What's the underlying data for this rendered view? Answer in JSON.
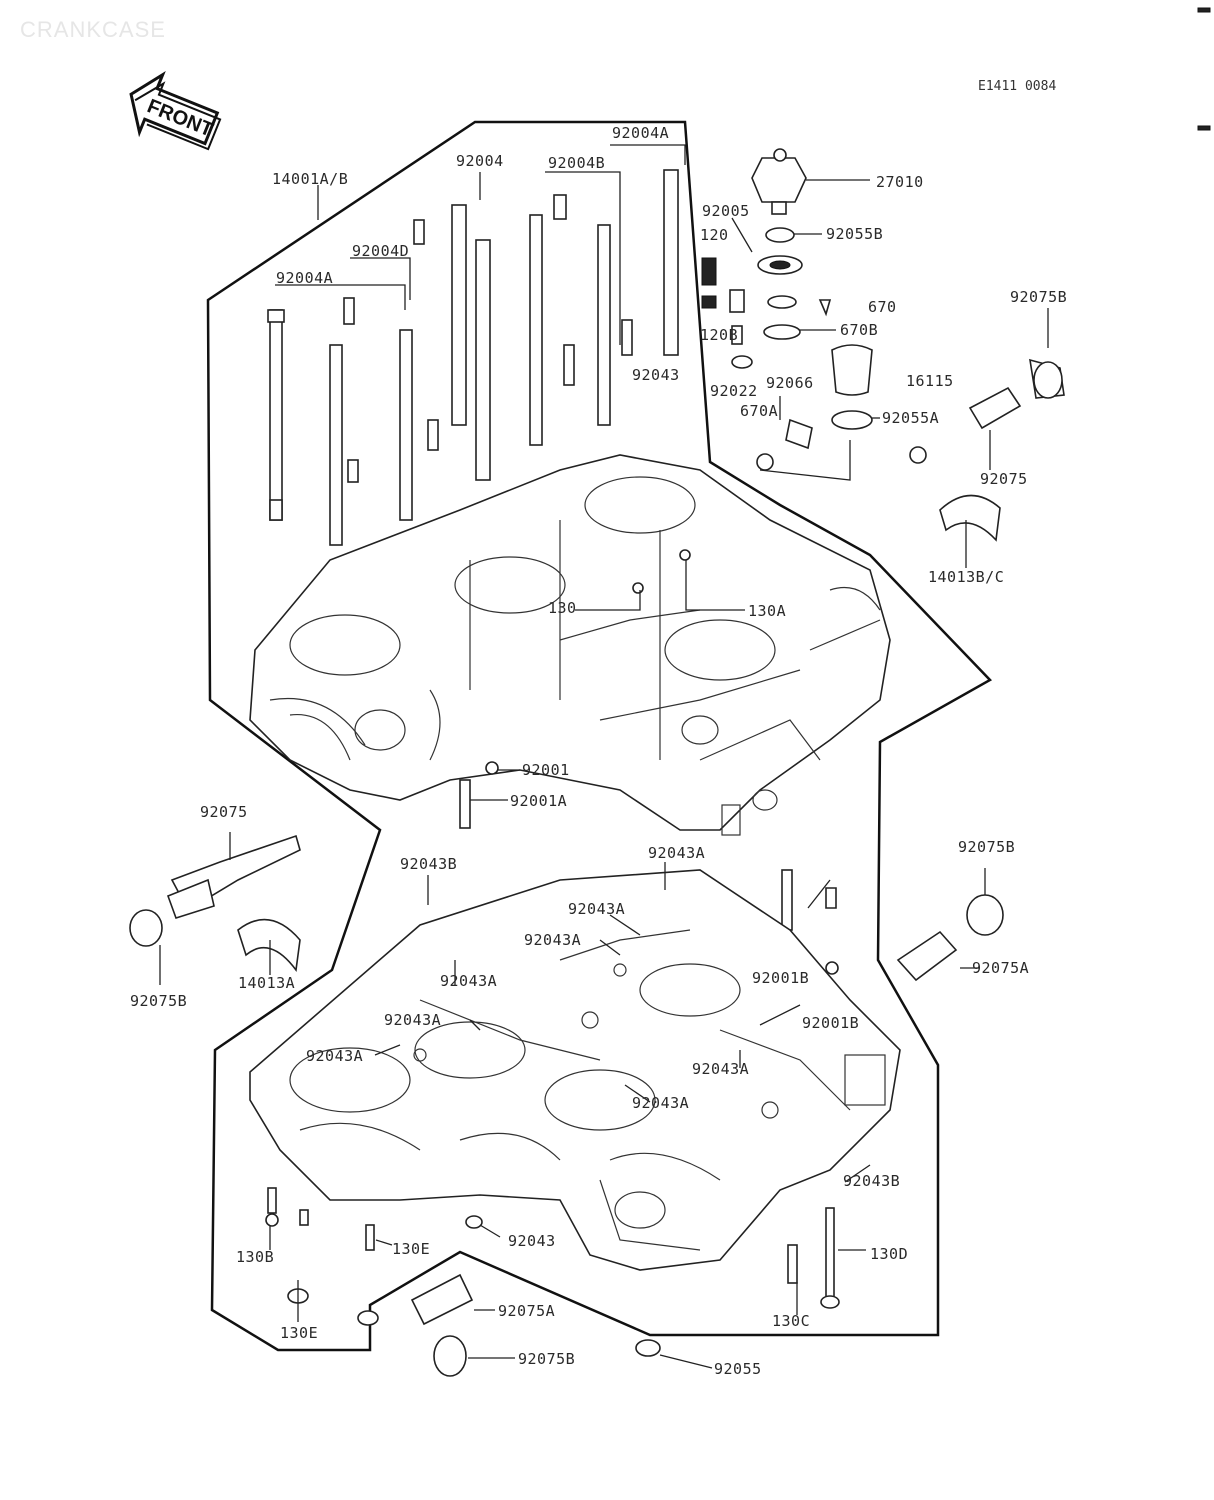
{
  "diagram": {
    "section_title": "CRANKCASE",
    "reference_code": "E1411 0084",
    "front_marker": "FRONT",
    "labels": {
      "p_92004A_top": "92004A",
      "p_92004": "92004",
      "p_92004B": "92004B",
      "p_14001AB": "14001A/B",
      "p_92004D": "92004D",
      "p_92004A_left": "92004A",
      "p_27010": "27010",
      "p_92005": "92005",
      "p_92055B": "92055B",
      "p_120": "120",
      "p_670": "670",
      "p_670B": "670B",
      "p_120B": "120B",
      "p_92075B_tr": "92075B",
      "p_92043": "92043",
      "p_92022": "92022",
      "p_92066": "92066",
      "p_16115": "16115",
      "p_670A": "670A",
      "p_92055A": "92055A",
      "p_92075_r": "92075",
      "p_14013BC": "14013B/C",
      "p_130": "130",
      "p_130A": "130A",
      "p_92001": "92001",
      "p_92001A": "92001A",
      "p_92075_l": "92075",
      "p_92043B_top": "92043B",
      "p_92043A_1": "92043A",
      "p_92075B_r": "92075B",
      "p_92043A_2": "92043A",
      "p_92043A_3": "92043A",
      "p_92001B_1": "92001B",
      "p_92075A_r": "92075A",
      "p_14013A": "14013A",
      "p_92043A_4": "92043A",
      "p_92075B_l": "92075B",
      "p_92043A_5": "92043A",
      "p_92001B_2": "92001B",
      "p_92043A_6": "92043A",
      "p_92043A_7": "92043A",
      "p_92043A_8": "92043A",
      "p_92043B_r": "92043B",
      "p_130B": "130B",
      "p_92043_b": "92043",
      "p_130E_1": "130E",
      "p_130D": "130D",
      "p_130E_2": "130E",
      "p_92075A_b": "92075A",
      "p_130C": "130C",
      "p_92075B_b": "92075B",
      "p_92055": "92055"
    }
  },
  "colors": {
    "ink": "#222222",
    "paper": "#ffffff",
    "faded": "#e6e6e6"
  }
}
